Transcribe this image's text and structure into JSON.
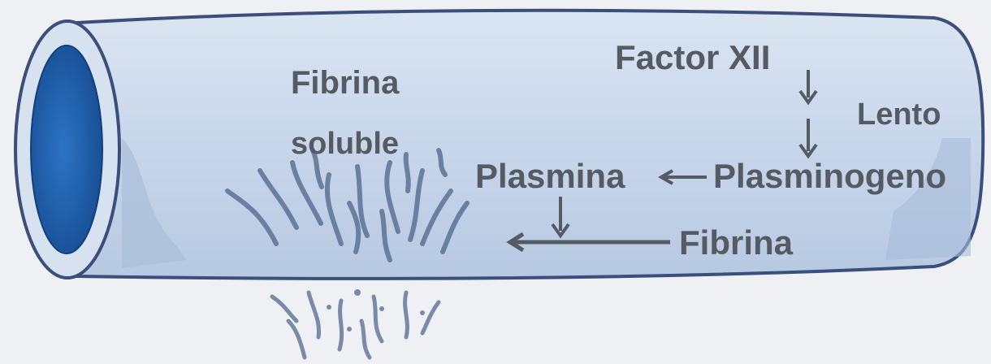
{
  "labels": {
    "fibrina_soluble_line1": "Fibrina",
    "fibrina_soluble_line2": "soluble",
    "factor_xii": "Factor XII",
    "lento": "Lento",
    "plasmina": "Plasmina",
    "plasminogeno": "Plasminogeno",
    "fibrina": "Fibrina"
  },
  "colors": {
    "background": "#eef0f4",
    "vessel_body": "#c8d6ea",
    "vessel_outline": "#3b4f7a",
    "lumen": "#1e5fae",
    "lumen_rim": "#d7e2f1",
    "fibers": "#5c7394",
    "text": "#555b63"
  }
}
